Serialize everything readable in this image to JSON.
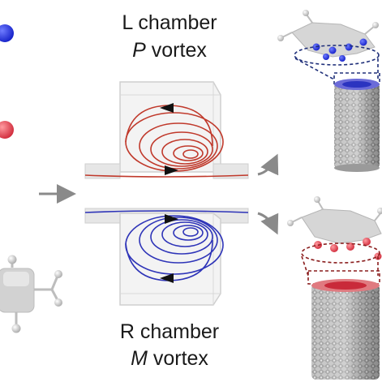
{
  "top_label": {
    "chamber": "L chamber",
    "vortex_letter": "P",
    "vortex_word": " vortex"
  },
  "bottom_label": {
    "chamber": "R chamber",
    "vortex_letter": "M",
    "vortex_word": " vortex"
  },
  "colors": {
    "blue_sphere": "#2233dd",
    "red_sphere": "#e04050",
    "red_streamline": "#c0392b",
    "blue_streamline": "#2e34b8",
    "chamber_gray": "#d9d9d9",
    "arrow_gray": "#8a8a8a",
    "nanotube_gray": "#9a9a9a"
  },
  "icons": [
    "blue-sphere-icon",
    "red-sphere-icon",
    "molecule-icon",
    "nanotube-icon",
    "arrow-icon"
  ]
}
